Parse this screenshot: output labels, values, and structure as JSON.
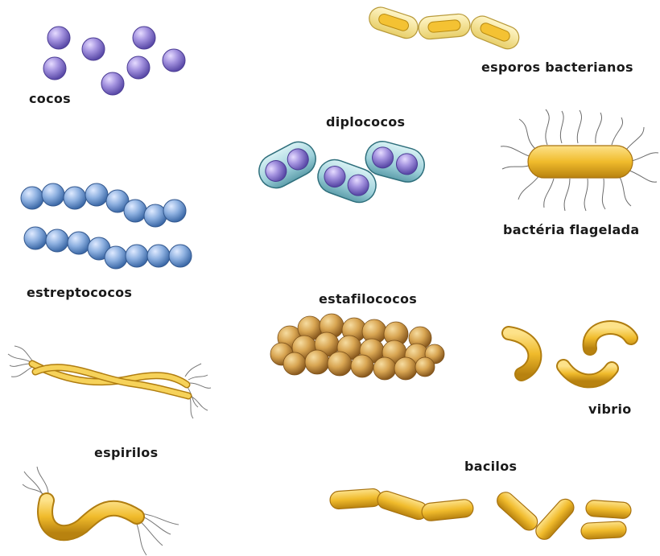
{
  "labels": {
    "cocos": "cocos",
    "esporos": "esporos bacterianos",
    "diplococos": "diplococos",
    "flagelada": "bactéria flagelada",
    "estreptococos": "estreptococos",
    "estafilococos": "estafilococos",
    "vibrio": "vibrio",
    "espirilos": "espirilos",
    "bacilos": "bacilos"
  },
  "colors": {
    "coccus": "#9f8fdc",
    "coccus_dark": "#5a4aa8",
    "strepto": "#8fb2e0",
    "strepto_dark": "#3d6aa8",
    "capsule": "#9fd4dc",
    "capsule_edge": "#2f6f7c",
    "staph": "#d9a85a",
    "staph_dark": "#8a5a1e",
    "rod": "#f2c23a",
    "rod_dark": "#b07d10",
    "flagella": "#666666"
  },
  "icons": [
    "cocci-illustration",
    "spores-illustration",
    "diplococci-illustration",
    "flagellated-bacterium-illustration",
    "streptococci-illustration",
    "staphylococci-illustration",
    "vibrio-illustration",
    "spirilla-illustration",
    "bacilli-illustration"
  ]
}
